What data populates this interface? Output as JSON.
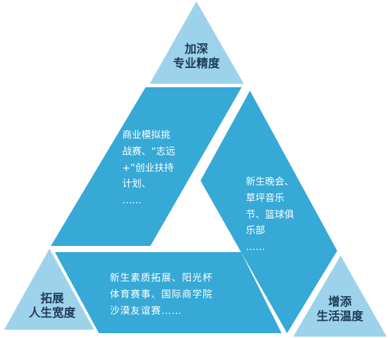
{
  "colors": {
    "corner_fill": "#9dd3ea",
    "band_fill": "#36a9d6",
    "corner_text": "#1f3d57",
    "band_text": "#ffffff"
  },
  "corners": {
    "top": {
      "line1": "加深",
      "line2": "专业精度"
    },
    "left": {
      "line1": "拓展",
      "line2": "人生宽度"
    },
    "right": {
      "line1": "增添",
      "line2": "生活温度"
    }
  },
  "bands": {
    "left": [
      "商业模拟挑",
      "战赛、“志远",
      "+”创业扶持",
      "计划、",
      "……"
    ],
    "right": [
      "新生晚会、",
      "草坪音乐",
      "节、篮球俱",
      "乐部",
      "……"
    ],
    "bottom": [
      "新生素质拓展、阳光杯",
      "体育赛事、国际商学院",
      "沙漠友谊赛……"
    ]
  }
}
